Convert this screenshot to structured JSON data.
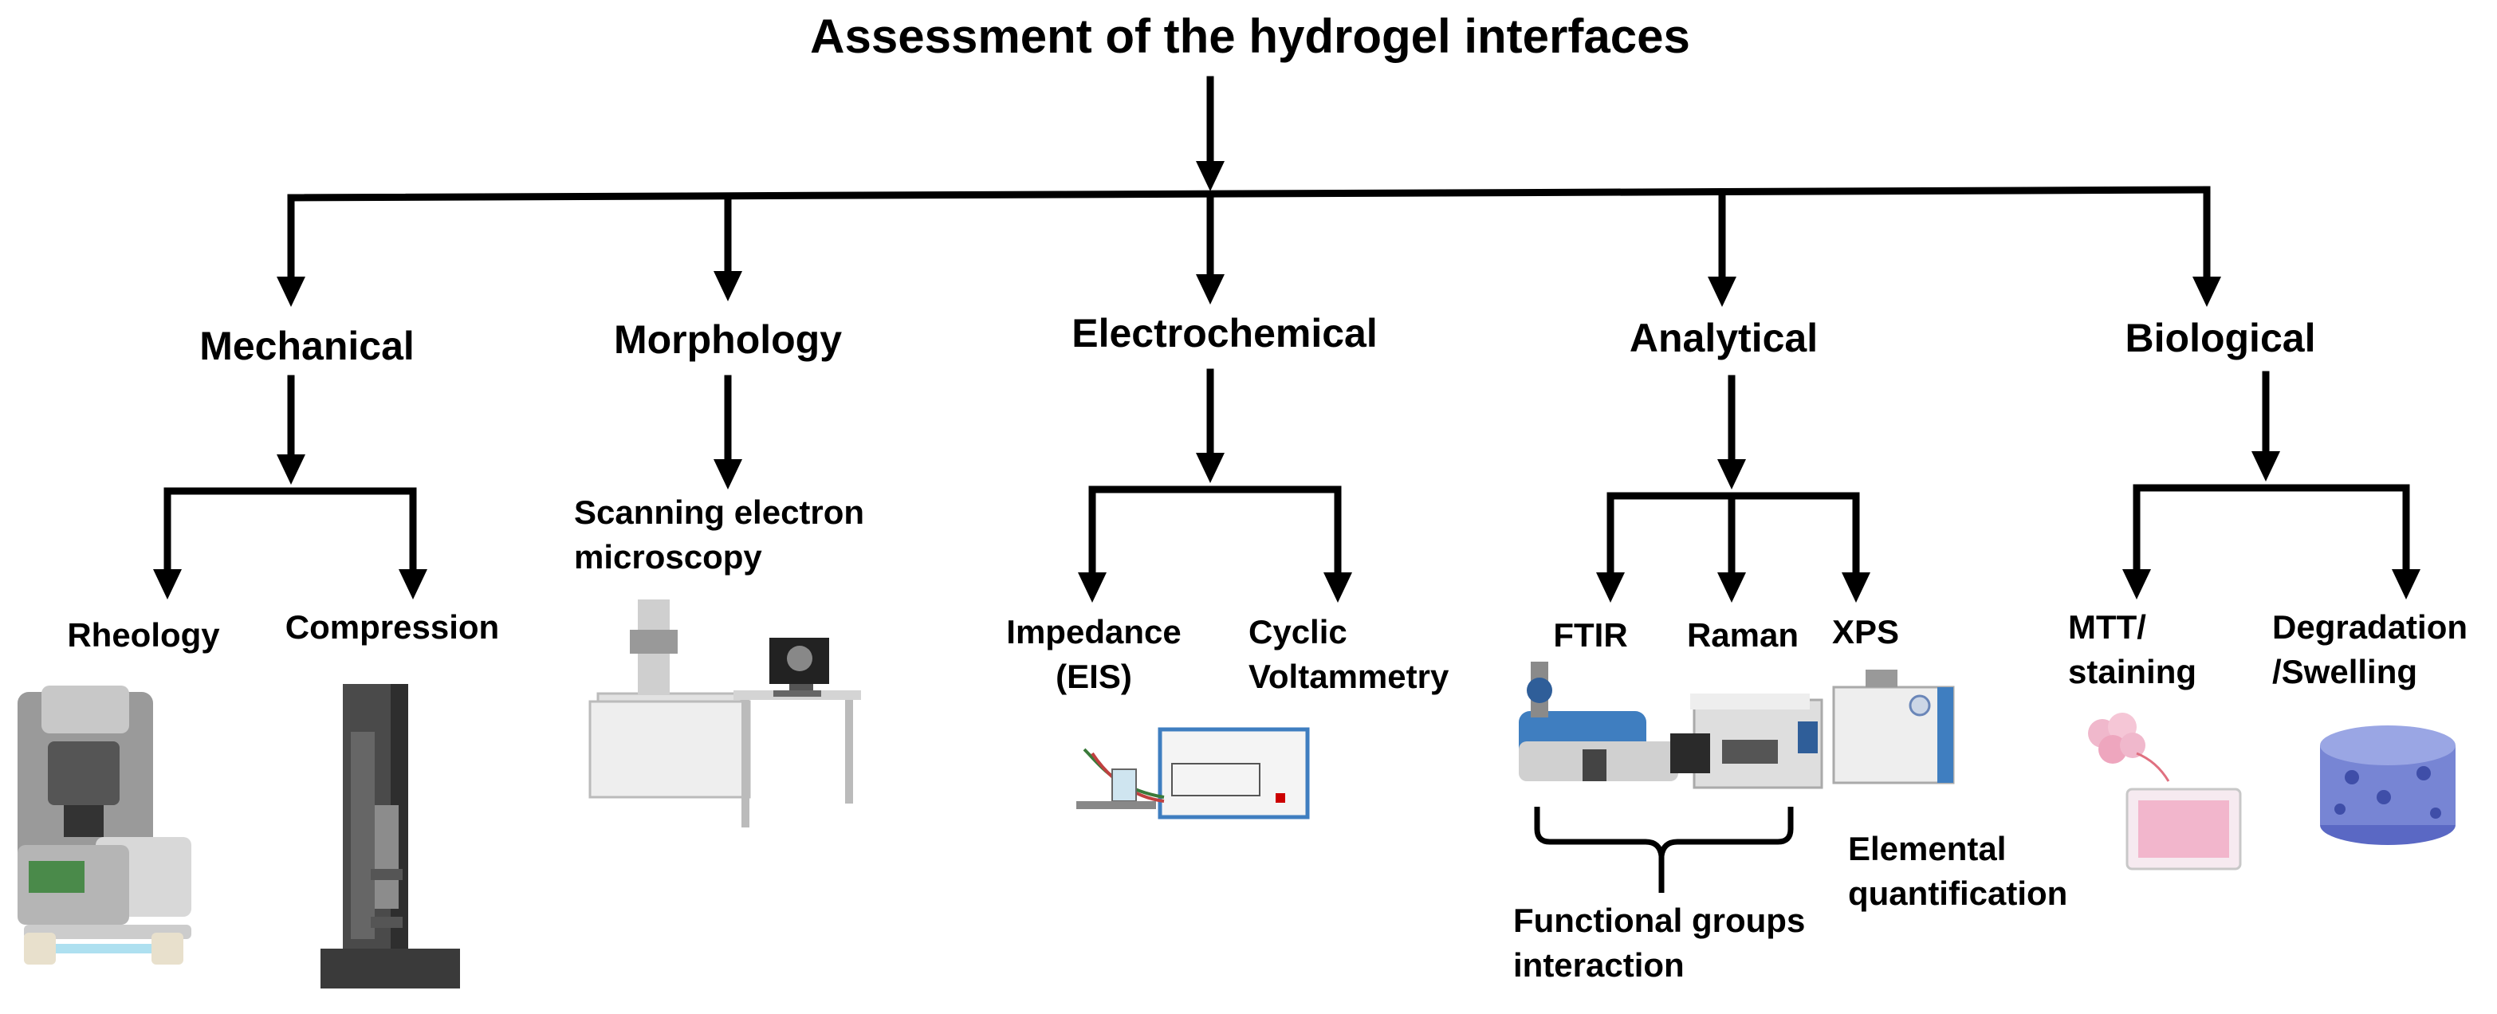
{
  "title": "Assessment of the hydrogel interfaces",
  "categories": {
    "mechanical": "Mechanical",
    "morphology": "Morphology",
    "electrochemical": "Electrochemical",
    "analytical": "Analytical",
    "biological": "Biological"
  },
  "methods": {
    "rheology": "Rheology",
    "compression": "Compression",
    "sem_line1": "Scanning electron",
    "sem_line2": "microscopy",
    "impedance_line1": "Impedance",
    "impedance_line2": "(EIS)",
    "cv_line1": "Cyclic",
    "cv_line2": "Voltammetry",
    "ftir": "FTIR",
    "raman": "Raman",
    "xps": "XPS",
    "mtt_line1": "MTT/",
    "mtt_line2": "staining",
    "degradation_line1": "Degradation",
    "degradation_line2": "/Swelling"
  },
  "notes": {
    "functional_line1": "Functional groups",
    "functional_line2": "interaction",
    "elemental_line1": "Elemental",
    "elemental_line2": "quantification"
  },
  "icons": [
    "rheometer-icon",
    "compression-tester-icon",
    "sem-microscope-icon",
    "potentiostat-icon",
    "ftir-spectrometer-icon",
    "raman-spectrometer-icon",
    "xps-instrument-icon",
    "cell-well-plate-icon",
    "porous-scaffold-icon"
  ],
  "colors": {
    "line": "#000000",
    "instrument_gray": "#9a9a9a",
    "instrument_blue": "#3f7ec0",
    "cell_pink": "#f0b8cc",
    "scaffold_blue": "#6f7fd0"
  }
}
